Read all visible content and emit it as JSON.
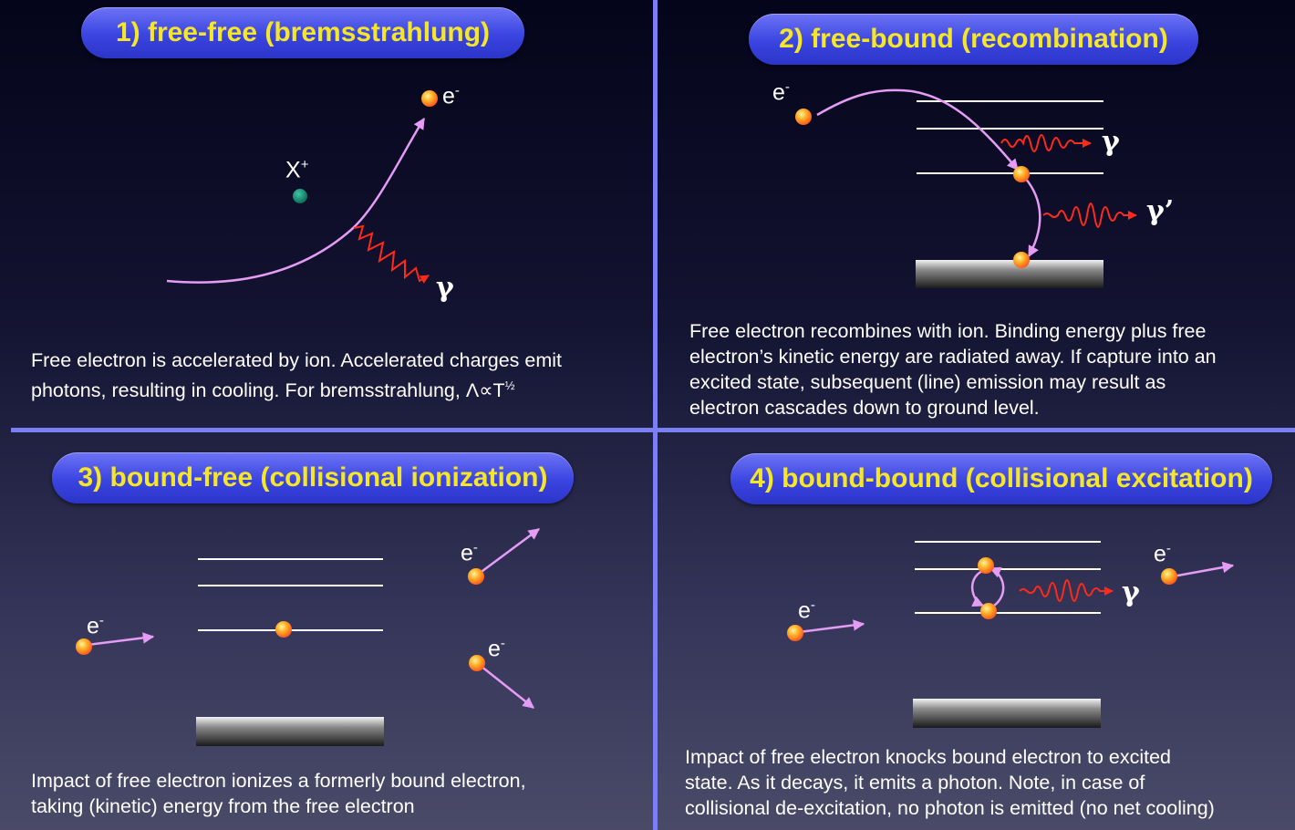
{
  "panels": {
    "ff": {
      "title": "1) free-free  (bremsstrahlung)",
      "desc1": "Free electron is accelerated by ion. Accelerated charges emit",
      "desc2": "photons, resulting in cooling. For bremsstrahlung, Λ∝T",
      "desc2_sup": "½",
      "electron": "e",
      "electron_sup": "-",
      "ion": "X",
      "ion_sup": "+",
      "photon": "γ"
    },
    "fb": {
      "title": "2) free-bound (recombination)",
      "desc1": "Free electron recombines with ion. Binding energy plus free",
      "desc2": "electron’s kinetic energy are radiated away. If capture into an",
      "desc3": "excited state, subsequent (line) emission may result as",
      "desc4": "electron cascades down to ground level.",
      "electron": "e",
      "electron_sup": "-",
      "photon1": "γ",
      "photon2": "γ’"
    },
    "bf": {
      "title": "3) bound-free  (collisional ionization)",
      "desc1": "Impact of free electron ionizes a formerly bound electron,",
      "desc2": "taking (kinetic) energy from the free electron",
      "electron": "e",
      "electron_sup": "-"
    },
    "bb": {
      "title": "4) bound-bound (collisional excitation)",
      "desc1": "Impact of free electron knocks bound electron to excited",
      "desc2": "state. As it decays, it emits a photon. Note, in case of",
      "desc3": "collisional de-excitation, no photon is emitted (no net cooling)",
      "electron": "e",
      "electron_sup": "-",
      "photon": "γ"
    }
  },
  "colors": {
    "accent": "#7b7ff2",
    "title_text": "#f6e628",
    "title_bg": "#3a44e0",
    "electron_path": "#e59cf4",
    "photon_wave": "#ff2a1a",
    "ion": "#1e8f78",
    "electron": "#ffb32a"
  }
}
